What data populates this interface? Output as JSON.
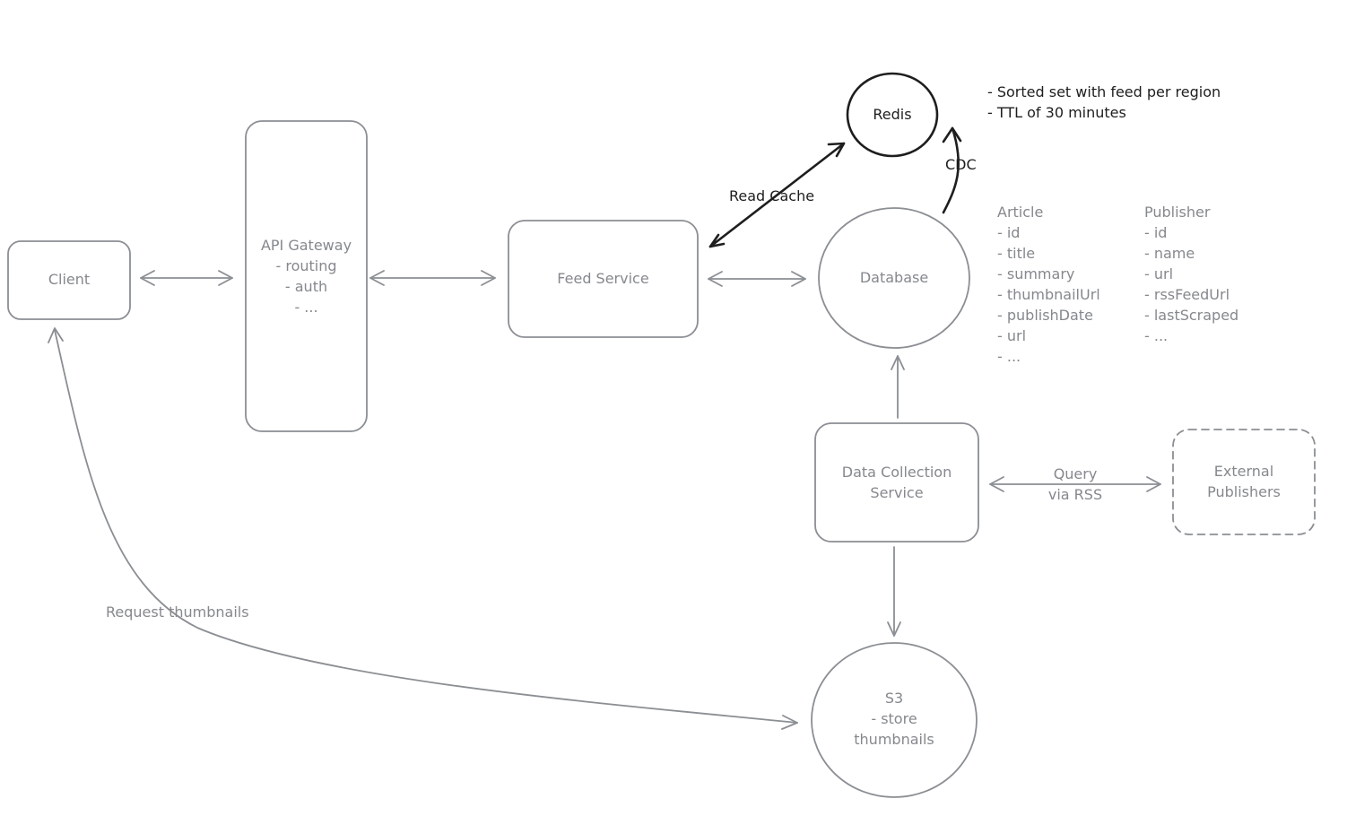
{
  "nodes": {
    "client": {
      "label": "Client"
    },
    "api_gateway": {
      "lines": [
        "API Gateway",
        "- routing",
        "- auth",
        "- ..."
      ]
    },
    "feed_service": {
      "label": "Feed Service"
    },
    "database": {
      "label": "Database"
    },
    "redis": {
      "label": "Redis"
    },
    "data_collection": {
      "lines": [
        "Data Collection",
        "Service"
      ]
    },
    "external_publishers": {
      "lines": [
        "External",
        "Publishers"
      ]
    },
    "s3": {
      "lines": [
        "S3",
        "- store",
        "thumbnails"
      ]
    }
  },
  "edges": {
    "read_cache": "Read Cache",
    "cdc": "CDC",
    "query": [
      "Query",
      "via RSS"
    ],
    "request_thumbnails": "Request thumbnails"
  },
  "notes": {
    "redis": [
      "- Sorted set with feed per region",
      "- TTL of 30 minutes"
    ],
    "article": [
      "Article",
      "- id",
      "- title",
      "- summary",
      "- thumbnailUrl",
      "- publishDate",
      "- url",
      "- ..."
    ],
    "publisher": [
      "Publisher",
      "- id",
      "- name",
      "- url",
      "- rssFeedUrl",
      "- lastScraped",
      "- ..."
    ]
  },
  "colors": {
    "stroke_gray": "#8b8e93",
    "text_gray": "#85888d",
    "highlight": "#1e1e1e",
    "background": "#ffffff"
  }
}
